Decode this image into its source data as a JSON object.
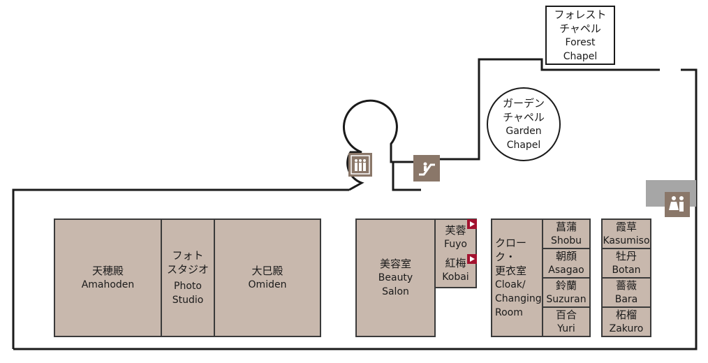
{
  "map": {
    "forest_chapel": {
      "jp": "フォレスト チャペル",
      "jp1": "フォレスト",
      "jp2": "チャペル",
      "en1": "Forest",
      "en2": "Chapel"
    },
    "garden_chapel": {
      "jp1": "ガーデン",
      "jp2": "チャペル",
      "en1": "Garden",
      "en2": "Chapel"
    },
    "amahoden": {
      "jp": "天穂殿",
      "en": "Amahoden"
    },
    "photo_studio": {
      "jp1": "フォト",
      "jp2": "スタジオ",
      "en1": "Photo",
      "en2": "Studio"
    },
    "omiden": {
      "jp": "大巳殿",
      "en": "Omiden"
    },
    "beauty_salon": {
      "jp": "美容室",
      "en1": "Beauty",
      "en2": "Salon"
    },
    "fuyo": {
      "jp": "芙蓉",
      "en": "Fuyo"
    },
    "kobai": {
      "jp": "紅梅",
      "en": "Kobai"
    },
    "cloak": {
      "jp1": "クローク・",
      "jp2": "更衣室",
      "en1": "Cloak/",
      "en2": "Changing",
      "en3": "Room"
    },
    "shobu": {
      "jp": "菖蒲",
      "en": "Shobu"
    },
    "asagao": {
      "jp": "朝顔",
      "en": "Asagao"
    },
    "suzuran": {
      "jp": "鈴蘭",
      "en": "Suzuran"
    },
    "yuri": {
      "jp": "百合",
      "en": "Yuri"
    },
    "kasumiso": {
      "jp": "霞草",
      "en": "Kasumiso"
    },
    "botan": {
      "jp": "牡丹",
      "en": "Botan"
    },
    "bara": {
      "jp": "薔薇",
      "en": "Bara"
    },
    "zakuro": {
      "jp": "柘榴",
      "en": "Zakuro"
    }
  },
  "icons": {
    "elevator": "elevator-icon",
    "escalator": "escalator-icon",
    "restroom": "restroom-icon",
    "marker": "arrow-marker"
  },
  "colors": {
    "room_fill": "#c8b8ad",
    "outline": "#1a1a1a",
    "icon_tile": "#8a7769",
    "marker": "#a3122f",
    "gray_block": "#a6a6a6"
  }
}
